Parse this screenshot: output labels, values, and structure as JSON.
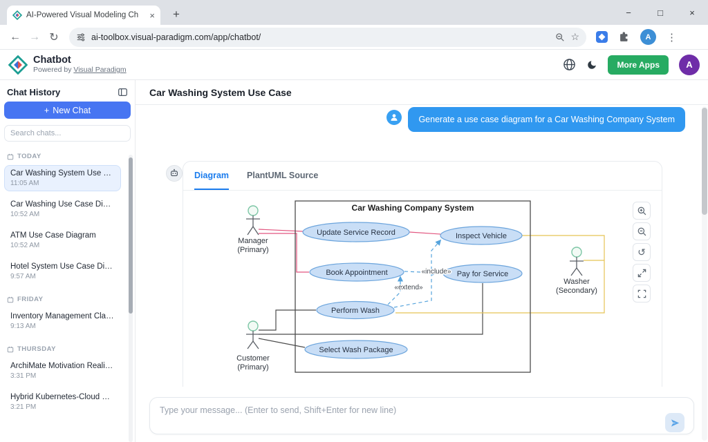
{
  "browser": {
    "tab_title": "AI-Powered Visual Modeling Ch",
    "url": "ai-toolbox.visual-paradigm.com/app/chatbot/",
    "profile_initial": "A"
  },
  "icons": {
    "back": "←",
    "forward": "→",
    "refresh": "↻",
    "star": "☆",
    "kebab": "⋮",
    "minimize": "−",
    "maximize": "□",
    "close": "×",
    "tab_close": "×",
    "new_tab": "+",
    "reset": "↺",
    "plus": "+"
  },
  "header": {
    "app_name": "Chatbot",
    "powered_by": "Powered by",
    "powered_by_link": "Visual Paradigm",
    "more_apps_label": "More Apps",
    "profile_initial": "A"
  },
  "sidebar": {
    "title": "Chat History",
    "new_chat_label": "New Chat",
    "search_placeholder": "Search chats...",
    "sections": [
      {
        "label": "TODAY",
        "items": [
          {
            "title": "Car Washing System Use Case",
            "time": "11:05 AM",
            "active": true
          },
          {
            "title": "Car Washing Use Case Diagr...",
            "time": "10:52 AM",
            "active": false
          },
          {
            "title": "ATM Use Case Diagram",
            "time": "10:52 AM",
            "active": false
          },
          {
            "title": "Hotel System Use Case Diagr...",
            "time": "9:57 AM",
            "active": false
          }
        ]
      },
      {
        "label": "FRIDAY",
        "items": [
          {
            "title": "Inventory Management Clas...",
            "time": "9:13 AM",
            "active": false
          }
        ]
      },
      {
        "label": "THURSDAY",
        "items": [
          {
            "title": "ArchiMate Motivation Realiz...",
            "time": "3:31 PM",
            "active": false
          },
          {
            "title": "Hybrid Kubernetes-Cloud De...",
            "time": "3:21 PM",
            "active": false
          }
        ]
      }
    ]
  },
  "main": {
    "page_title": "Car Washing System Use Case",
    "user_message": "Generate a use case diagram for a Car Washing Company System",
    "tabs": {
      "diagram": "Diagram",
      "source": "PlantUML Source"
    },
    "composer_placeholder": "Type your message... (Enter to send, Shift+Enter for new line)"
  },
  "diagram": {
    "system_title": "Car Washing Company System",
    "actors": [
      {
        "name": "Manager",
        "role": "(Primary)"
      },
      {
        "name": "Customer",
        "role": "(Primary)"
      },
      {
        "name": "Washer",
        "role": "(Secondary)"
      }
    ],
    "use_cases": [
      "Update Service Record",
      "Inspect Vehicle",
      "Book Appointment",
      "Pay for Service",
      "Perform Wash",
      "Select Wash Package"
    ],
    "stereotypes": {
      "include": "«include»",
      "extend": "«extend»"
    }
  },
  "colors": {
    "accent_blue": "#4775f2",
    "bubble_blue": "#3098f0",
    "tab_active_blue": "#1b7ced",
    "more_apps_green": "#27ab62",
    "profile_purple": "#6f2da8",
    "usecase_fill": "#c9def6",
    "usecase_stroke": "#6ba4dc",
    "line_manager": "#e2557f",
    "line_customer": "#4a4a4a",
    "line_washer": "#e5c355",
    "relation_blue": "#55a3dc"
  }
}
